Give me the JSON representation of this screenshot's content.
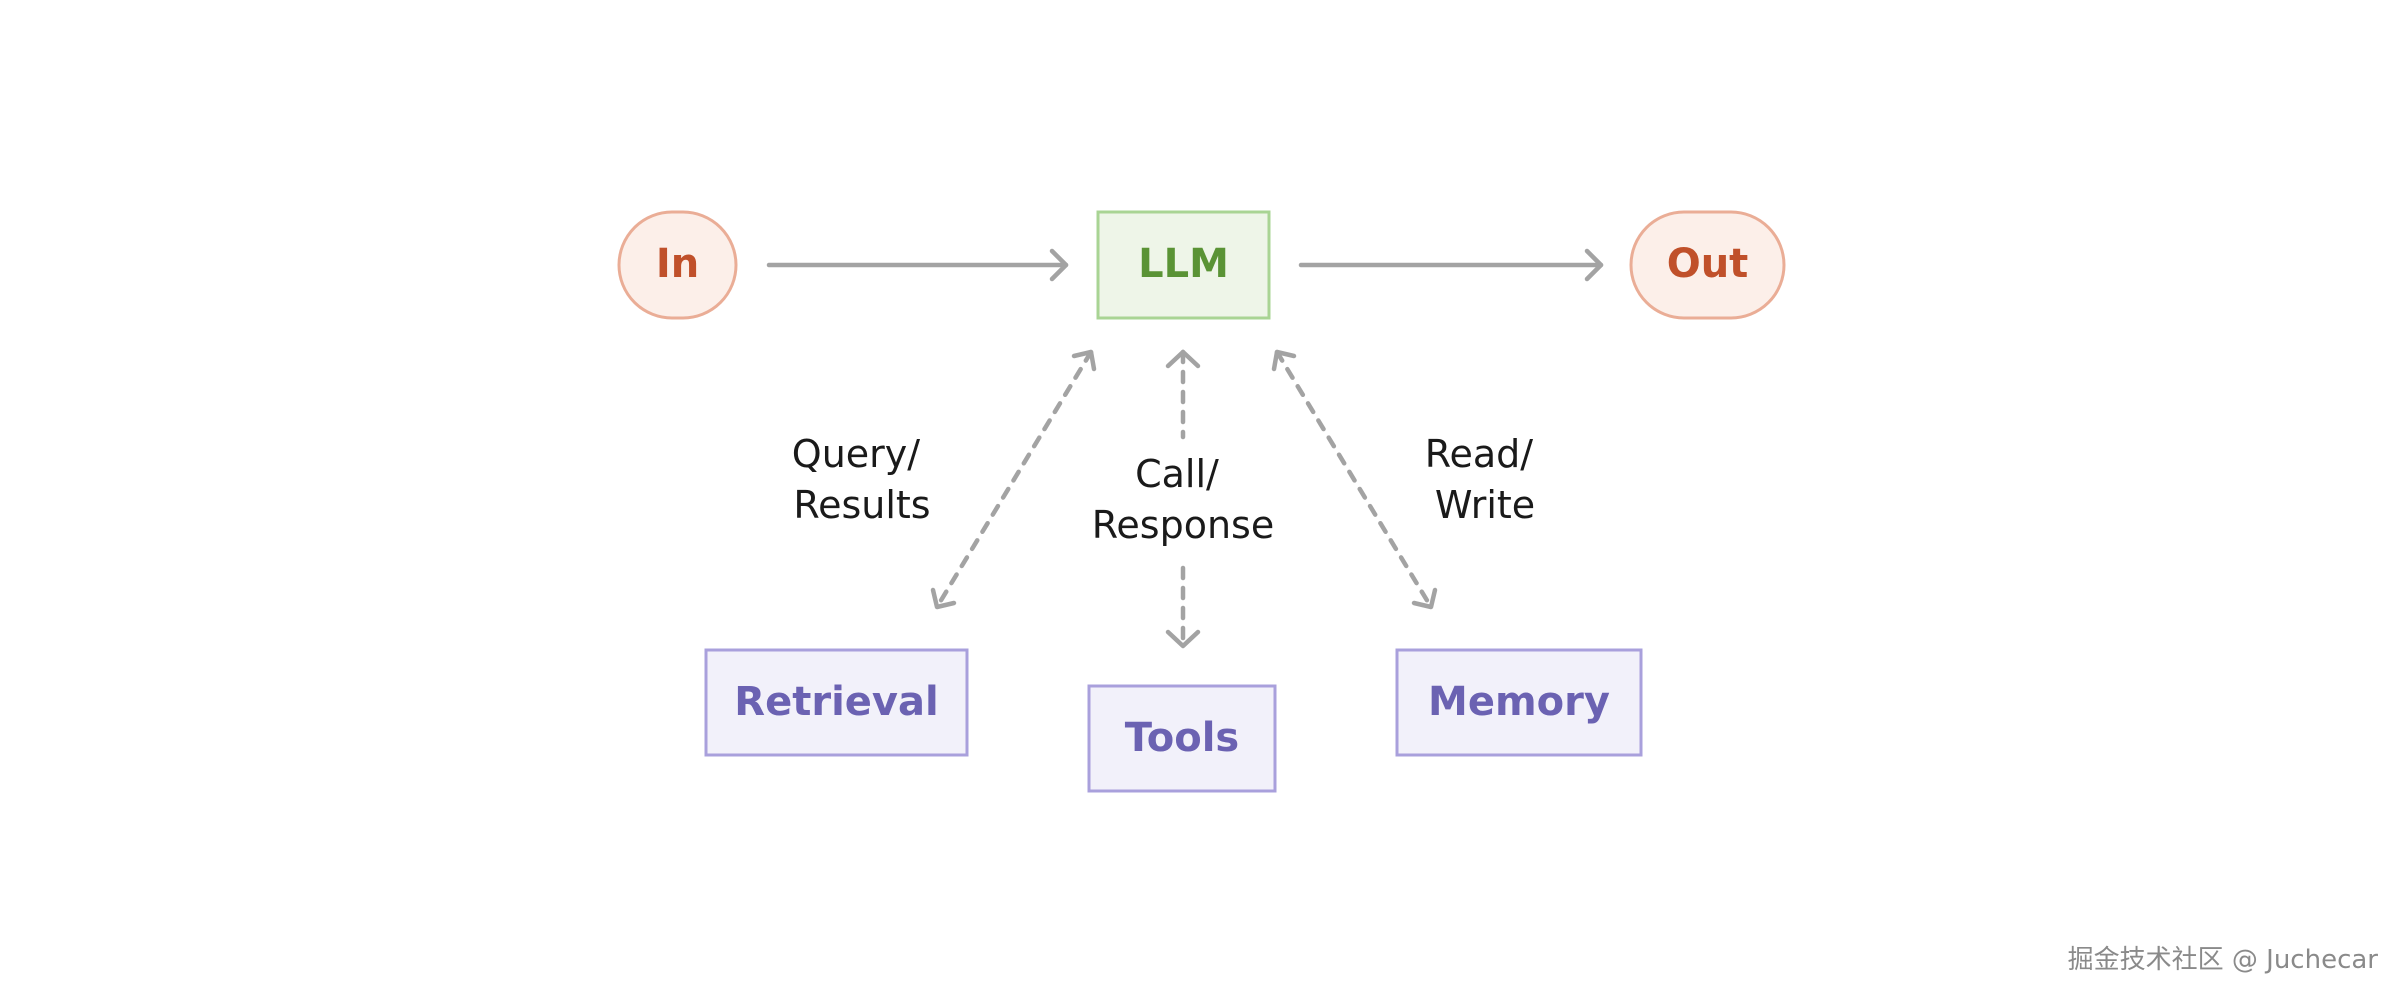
{
  "nodes": {
    "input": {
      "label": "In"
    },
    "llm": {
      "label": "LLM"
    },
    "output": {
      "label": "Out"
    },
    "retrieval": {
      "label": "Retrieval"
    },
    "tools": {
      "label": "Tools"
    },
    "memory": {
      "label": "Memory"
    }
  },
  "edges": {
    "query_results": {
      "line1": "Query/",
      "line2": "Results"
    },
    "call_response": {
      "line1": "Call/",
      "line2": "Response"
    },
    "read_write": {
      "line1": "Read/",
      "line2": "Write"
    }
  },
  "watermark": "掘金技术社区 @ Juchecar",
  "colors": {
    "in_out_fill": "#fcefe9",
    "in_out_stroke": "#eaad96",
    "in_out_text": "#c0502a",
    "llm_fill": "#eef5e8",
    "llm_stroke": "#a9d494",
    "llm_text": "#5a9335",
    "component_fill": "#f2f1fa",
    "component_stroke": "#a9a0dc",
    "component_text": "#6b62b2",
    "arrow": "#a3a3a3"
  }
}
